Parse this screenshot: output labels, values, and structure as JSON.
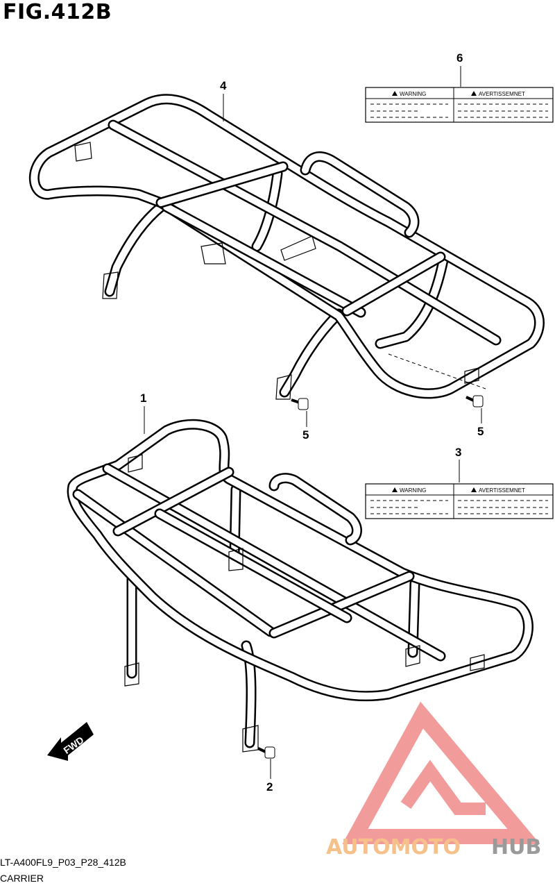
{
  "figure": {
    "title": "FIG.412B",
    "code": "LT-A400FL9_P03_P28_412B",
    "caption": "CARRIER"
  },
  "callouts": [
    "6",
    "4",
    "1",
    "3",
    "5",
    "5",
    "2"
  ],
  "labels": {
    "warning": "WARNING",
    "avertissement": "AVERTISSEMNET"
  },
  "fwd": "FWD",
  "watermark": {
    "part1": "AUTOMOTO",
    "part2": "HUB",
    "color_red": "#f08a8a",
    "color_orange": "#f5c08a",
    "color_gray": "#9a9a9a"
  }
}
